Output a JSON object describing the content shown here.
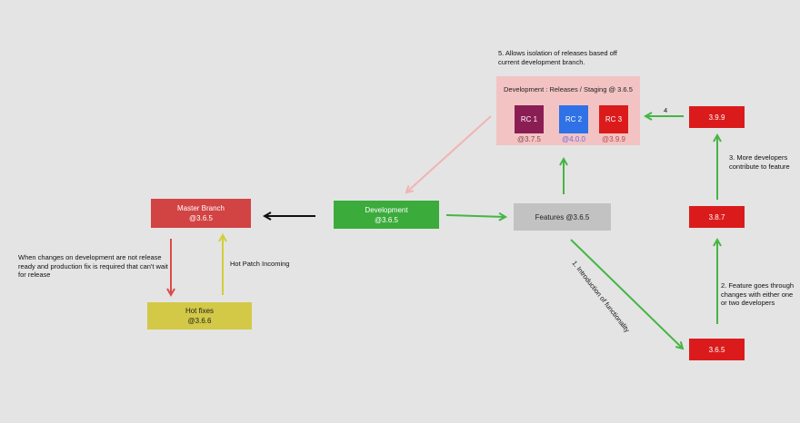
{
  "colors": {
    "background": "#e4e4e4",
    "master": "#d24343",
    "development": "#3bab3b",
    "features": "#c2c2c2",
    "hotfix": "#d3c947",
    "version_red": "#db1b1b",
    "staging": "#f3c3c3",
    "rc1": "#8b1d55",
    "rc2": "#2f71e6",
    "rc3": "#db1b1b",
    "arrow_green": "#46b546",
    "arrow_red": "#dc4b4b",
    "arrow_yellow": "#cfcf3a",
    "arrow_pink": "#f2b3b3",
    "arrow_black": "#111111"
  },
  "nodes": {
    "master": {
      "label": "Master Branch",
      "version": "@3.6.5"
    },
    "development": {
      "label": "Development",
      "version": "@3.6.5"
    },
    "features": {
      "label": "Features @3.6.5"
    },
    "hotfix": {
      "label": "Hot fixes",
      "version": "@3.6.6"
    },
    "v365": {
      "label": "3.6.5"
    },
    "v387": {
      "label": "3.8.7"
    },
    "v399": {
      "label": "3.9.9"
    }
  },
  "staging": {
    "title": "Development : Releases / Staging @ 3.6.5",
    "rcs": [
      {
        "label": "RC 1",
        "version": "@3.7.5"
      },
      {
        "label": "RC 2",
        "version": "@4.0.0"
      },
      {
        "label": "RC 3",
        "version": "@3.9.9"
      }
    ]
  },
  "annotations": {
    "isolation": "5. Allows isolation of releases based off current development branch.",
    "step4": "4",
    "more_devs": "3. More developers contribute to feature",
    "feature_changes": "2. Feature goes through changes with either one or two developers",
    "introduction": "1. Introduction of functionality",
    "hotfix_reason": "When changes on development are not release ready and production fix is required that can't wait for release",
    "hot_patch": "Hot Patch Incoming"
  }
}
